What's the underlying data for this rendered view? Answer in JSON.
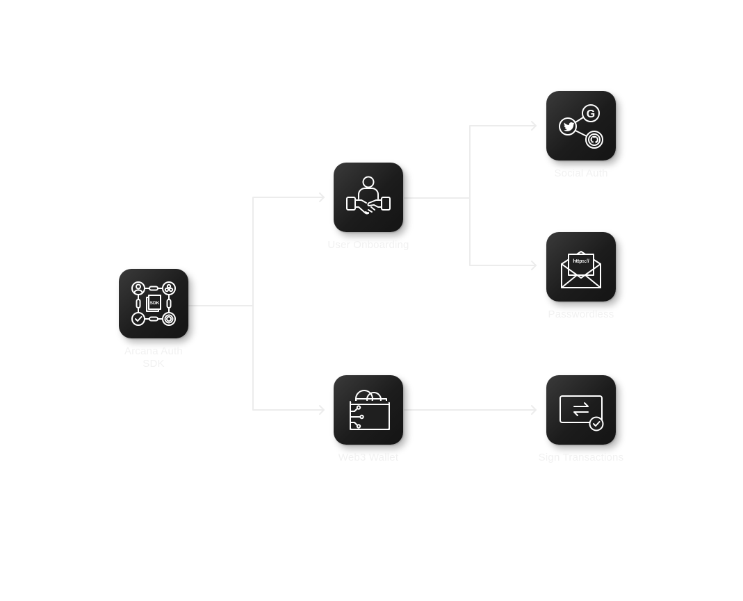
{
  "diagram": {
    "nodes": [
      {
        "id": "sdk",
        "label": "Arcana Auth SDK",
        "icon": "sdk-network-icon"
      },
      {
        "id": "onboarding",
        "label": "User Onboarding",
        "icon": "handshake-user-icon"
      },
      {
        "id": "wallet",
        "label": "Web3 Wallet",
        "icon": "wallet-icon"
      },
      {
        "id": "social",
        "label": "Social Auth",
        "icon": "social-share-icon"
      },
      {
        "id": "passwordless",
        "label": "Passwordless",
        "icon": "envelope-link-icon"
      },
      {
        "id": "sign",
        "label": "Sign Transactions",
        "icon": "transaction-check-icon"
      }
    ],
    "edges": [
      {
        "from": "sdk",
        "to": "onboarding"
      },
      {
        "from": "sdk",
        "to": "wallet"
      },
      {
        "from": "onboarding",
        "to": "social"
      },
      {
        "from": "onboarding",
        "to": "passwordless"
      },
      {
        "from": "wallet",
        "to": "sign"
      }
    ],
    "colors": {
      "tile": "#1f1f1f",
      "icon_stroke": "#ffffff",
      "connector": "#ececec",
      "label": "#f1f1f1"
    },
    "passwordless_icon_text": "https://",
    "sdk_icon_text": "SDK"
  }
}
